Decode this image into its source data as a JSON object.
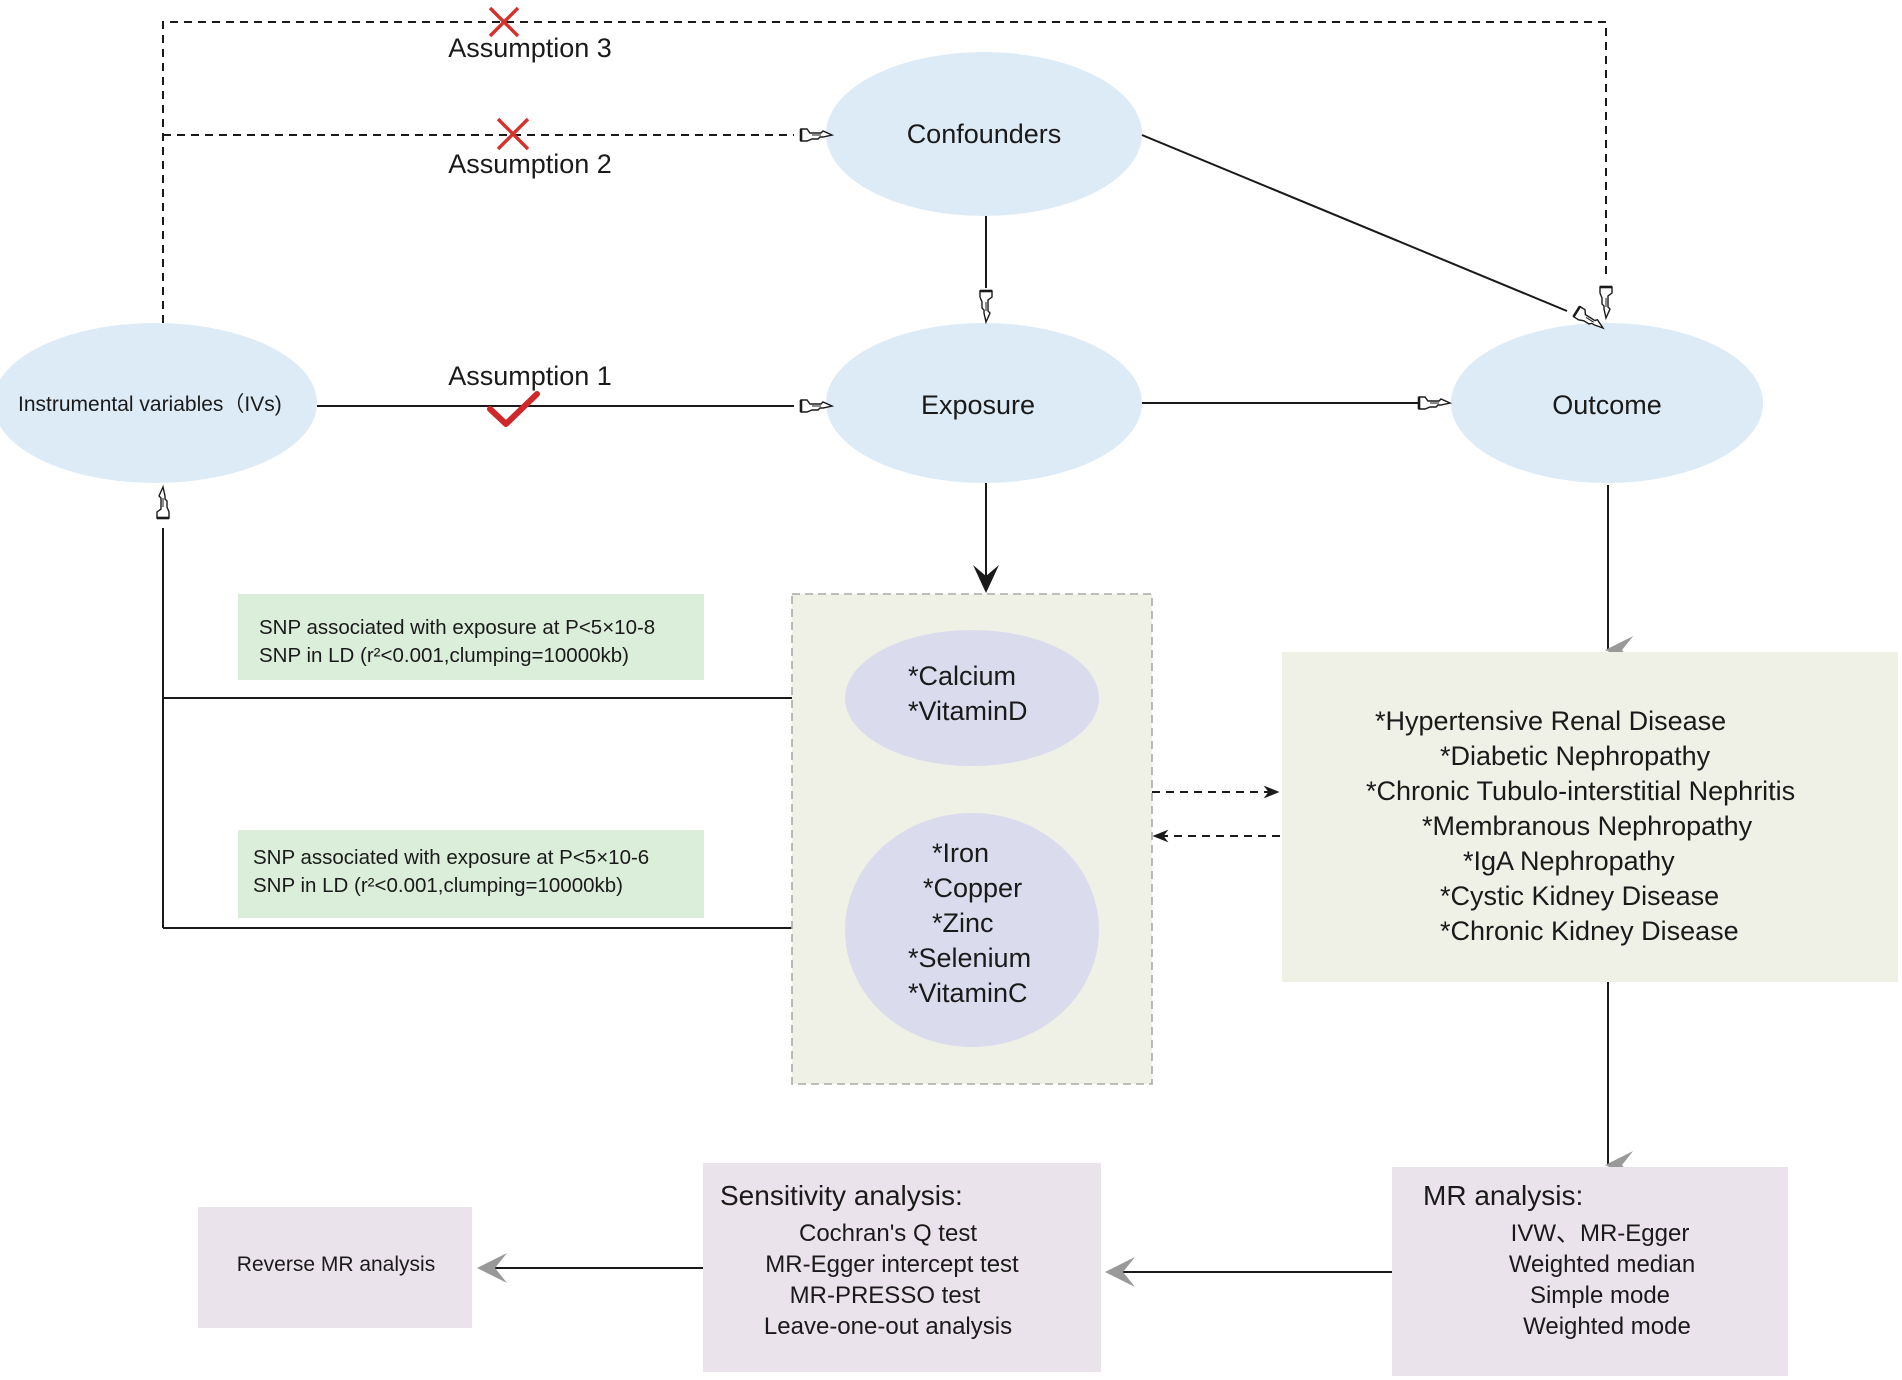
{
  "nodes": {
    "confounders": "Confounders",
    "exposure": "Exposure",
    "outcome": "Outcome",
    "ivs": "Instrumental variables（IVs)"
  },
  "assumptions": {
    "a1": "Assumption 1",
    "a2": "Assumption 2",
    "a3": "Assumption 3"
  },
  "snp_boxes": [
    {
      "line1": "SNP associated with exposure at P<5×10-8",
      "line2": "SNP in LD (r²<0.001,clumping=10000kb)"
    },
    {
      "line1": "SNP associated with exposure at P<5×10-6",
      "line2": "SNP in LD (r²<0.001,clumping=10000kb)"
    }
  ],
  "exposure_groups": [
    {
      "items": [
        "*Calcium",
        "*VitaminD"
      ]
    },
    {
      "items": [
        "*Iron",
        "*Copper",
        "*Zinc",
        "*Selenium",
        "*VitaminC"
      ]
    }
  ],
  "outcomes": [
    "*Hypertensive Renal Disease",
    "*Diabetic Nephropathy",
    "*Chronic Tubulo-interstitial Nephritis",
    "*Membranous Nephropathy",
    "*IgA Nephropathy",
    "*Cystic Kidney Disease",
    "*Chronic Kidney Disease"
  ],
  "mr_analysis": {
    "title": "MR analysis:",
    "methods": [
      "IVW、MR-Egger",
      "Weighted median",
      "Simple mode",
      "Weighted mode"
    ]
  },
  "sensitivity": {
    "title": "Sensitivity analysis:",
    "tests": [
      "Cochran's Q test",
      "MR-Egger intercept test",
      "MR-PRESSO test",
      "Leave-one-out analysis"
    ]
  },
  "reverse": "Reverse MR analysis",
  "colors": {
    "ellipse_blue": "#ddebf7",
    "ellipse_lavender": "#dadbed",
    "box_green": "#dbeed9",
    "box_olive": "#eff0e6",
    "box_purple": "#ebe3eb",
    "cross_red": "#d8302a",
    "check_red": "#d0282a",
    "line": "#1a1a1a"
  }
}
